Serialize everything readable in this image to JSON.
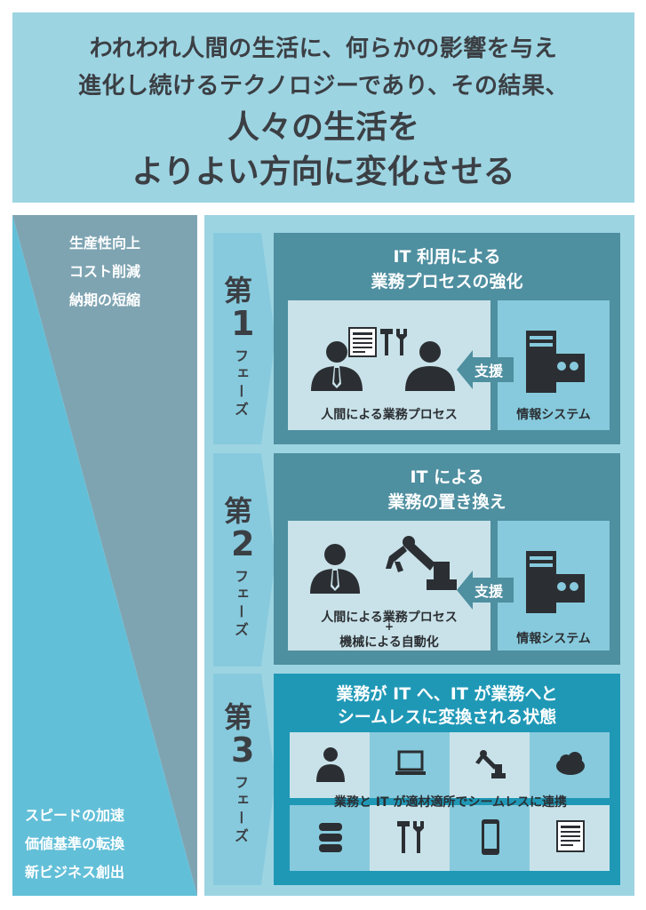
{
  "header": {
    "line1": "われわれ人間の生活に、何らかの影響を与え",
    "line2": "進化し続けるテクノロジーであり、その結果、",
    "line3": "人々の生活を",
    "line4": "よりよい方向に変化させる"
  },
  "sidebar": {
    "top": [
      "生産性向上",
      "コスト削減",
      "納期の短縮"
    ],
    "bottom": [
      "スピードの加速",
      "価値基準の転換",
      "新ビジネス創出"
    ]
  },
  "phases": [
    {
      "dai": "第",
      "num": "1",
      "fe": "フェーズ",
      "title1": "IT 利用による",
      "title2": "業務プロセスの強化",
      "left_label": "人間による業務プロセス",
      "support": "支援",
      "right_label": "情報システム"
    },
    {
      "dai": "第",
      "num": "2",
      "fe": "フェーズ",
      "title1": "IT による",
      "title2": "業務の置き換え",
      "left_label1": "人間による業務プロセス",
      "plus": "+",
      "left_label2": "機械による自動化",
      "support": "支援",
      "right_label": "情報システム"
    },
    {
      "dai": "第",
      "num": "3",
      "fe": "フェーズ",
      "title1": "業務が IT へ、IT が業務へと",
      "title2": "シームレスに変換される状態",
      "center_label": "業務と IT が適材適所でシームレスに連携",
      "icons_top": [
        "person-icon",
        "laptop-icon",
        "robot-arm-icon",
        "cloud-icon"
      ],
      "icons_bottom": [
        "database-icon",
        "tools-icon",
        "smartphone-icon",
        "document-icon"
      ]
    }
  ],
  "colors": {
    "header_bg": "#9dd4e2",
    "dark_teal": "#4e8fa0",
    "slate": "#7ea4b2",
    "bright_teal": "#1f98b6",
    "light_box": "#c9e2e9",
    "sky": "#87cadd",
    "icon": "#2b2f33"
  }
}
